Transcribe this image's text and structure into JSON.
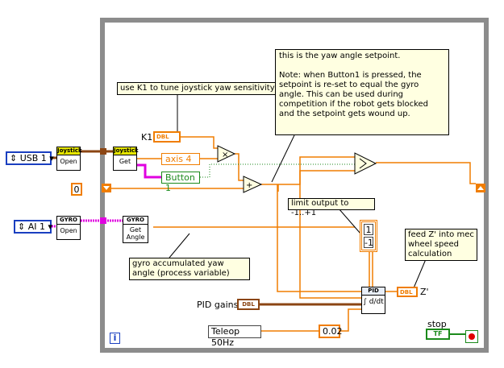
{
  "notes": {
    "k1_hint": "use K1 to tune joystick yaw sensitivity",
    "setpoint": "this is the yaw angle setpoint.\n\nNote: when Button1 is pressed, the setpoint is re-set to equal the gyro angle. This can be used during competition if the robot gets blocked and the setpoint gets wound up.",
    "limit": "limit output to -1..+1",
    "feed": "feed Z' into mec wheel speed calculation",
    "gyro": "gyro accumulated yaw angle (process variable)"
  },
  "controls": {
    "usb": "USB 1",
    "ai": "AI 1",
    "zero_const": "0",
    "k1_label": "K1",
    "k1_type": "DBL",
    "limit_high": "1",
    "limit_low": "-1",
    "pid_gains_label": "PID gains",
    "pid_gains_type": "DBL",
    "teleop_label": "Teleop 50Hz",
    "dt_const": "0.02",
    "zout_type": "DBL",
    "zout_label": "Z'",
    "stop_label": "stop",
    "stop_type": "TF"
  },
  "blocks": {
    "joy_open_hdr": "Joystick",
    "joy_open_body": "Open",
    "joy_get_hdr": "Joystick",
    "joy_get_body": "Get",
    "axis4": "axis 4",
    "button1": "Button 1",
    "gyro_open_hdr": "GYRO",
    "gyro_open_body": "Open",
    "gyro_get_hdr": "GYRO",
    "gyro_get_body": "Get Angle",
    "pid_hdr": "PID",
    "loop_index": "i"
  },
  "colors": {
    "float_wire": "#f07d00",
    "ref_wire": "#8b4513",
    "bool_wire": "#1b8a1b",
    "cluster_wire": "#e000e0",
    "loop_border": "#8c8c8c",
    "note_bg": "#ffffe1"
  }
}
